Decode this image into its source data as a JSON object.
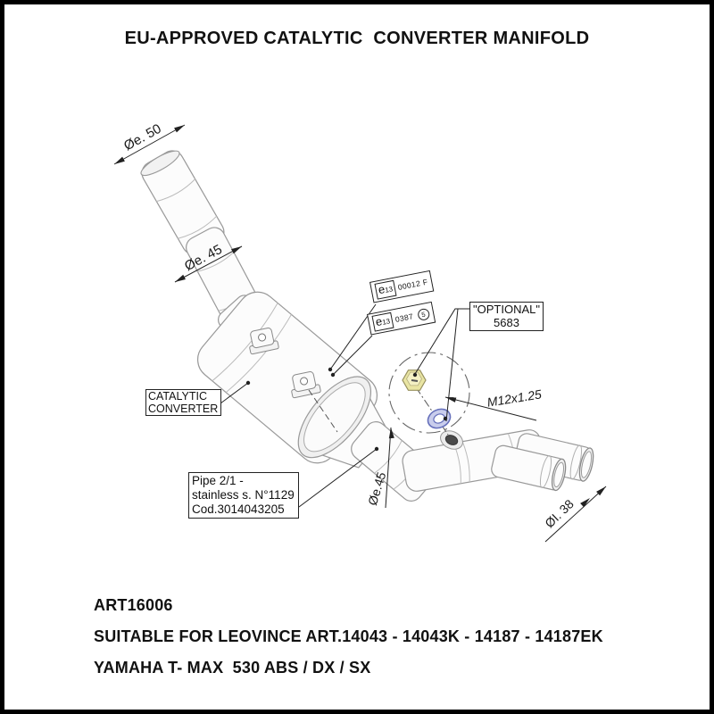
{
  "title": "EU-APPROVED CATALYTIC  CONVERTER MANIFOLD",
  "diagram": {
    "dimensions": {
      "outer_diameter_top": "Øe. 50",
      "outer_diameter_mid": "Øe. 45",
      "outer_diameter_lower": "Øe.45",
      "inner_diameter_outlet": "ØI. 38",
      "bolt_thread": "M12x1.25"
    },
    "homologation_labels": [
      {
        "prefix": "e",
        "sub": "13",
        "code": "00012 F"
      },
      {
        "prefix": "e",
        "sub": "13",
        "code": "0387",
        "circled": "5"
      }
    ],
    "optional_label": {
      "line1": "\"OPTIONAL\"",
      "line2": "5683"
    },
    "catalytic_label": {
      "line1": "CATALYTIC",
      "line2": "CONVERTER"
    },
    "pipe_label": {
      "line1": "Pipe 2/1 -",
      "line2": "stainless s. N°1129",
      "line3": "Cod.3014043205"
    }
  },
  "footer": {
    "art_code": "ART16006",
    "compatibility": "SUITABLE FOR LEOVINCE ART.14043 - 14043K - 14187 - 14187EK",
    "vehicle": "YAMAHA T- MAX  530 ABS / DX / SX"
  },
  "colors": {
    "nut": "#e9e5a3",
    "washer": "#c9cdec",
    "line": "#222222",
    "pipe_stroke": "#999999"
  }
}
